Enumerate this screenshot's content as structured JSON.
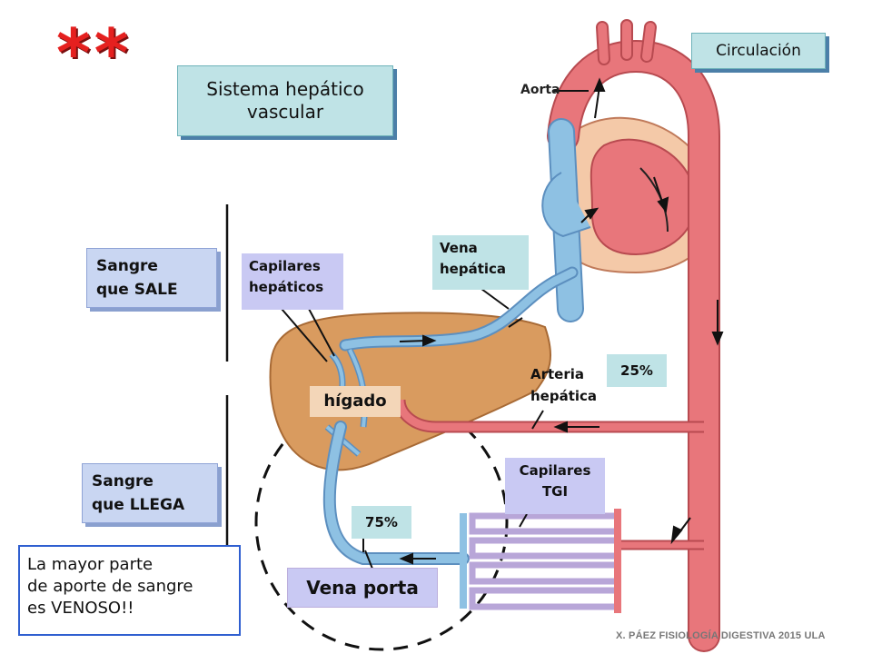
{
  "title": {
    "line1": "Sistema hepático",
    "line2": "vascular"
  },
  "tag": "Circulación",
  "stars": "**",
  "side_labels": {
    "out": {
      "line1": "Sangre",
      "line2": "que SALE"
    },
    "in": {
      "line1": "Sangre",
      "line2": "que LLEGA"
    }
  },
  "labels": {
    "aorta": "Aorta",
    "capilares_hepaticos": {
      "line1": "Capilares",
      "line2": "hepáticos"
    },
    "vena_hepatica": {
      "line1": "Vena",
      "line2": "hepática"
    },
    "arteria_hepatica": {
      "line1": "Arteria",
      "line2": "hepática"
    },
    "capilares_tgi": {
      "line1": "Capilares",
      "line2": "TGI"
    },
    "higado": "hígado",
    "vena_porta": "Vena porta"
  },
  "percentages": {
    "arterial": "25%",
    "portal": "75%"
  },
  "note": {
    "line1": "La mayor parte",
    "line2": "de aporte de sangre",
    "line3": "es VENOSO!!"
  },
  "footer": "X. PÁEZ   FISIOLOGÍA DIGESTIVA 2015 ULA",
  "colors": {
    "artery": "#e8767b",
    "vein": "#8ec1e3",
    "liver": "#d99b5f",
    "heart_outer": "#f4c9a8",
    "note_border": "#2f5fd0",
    "stars": "#e5201f"
  }
}
